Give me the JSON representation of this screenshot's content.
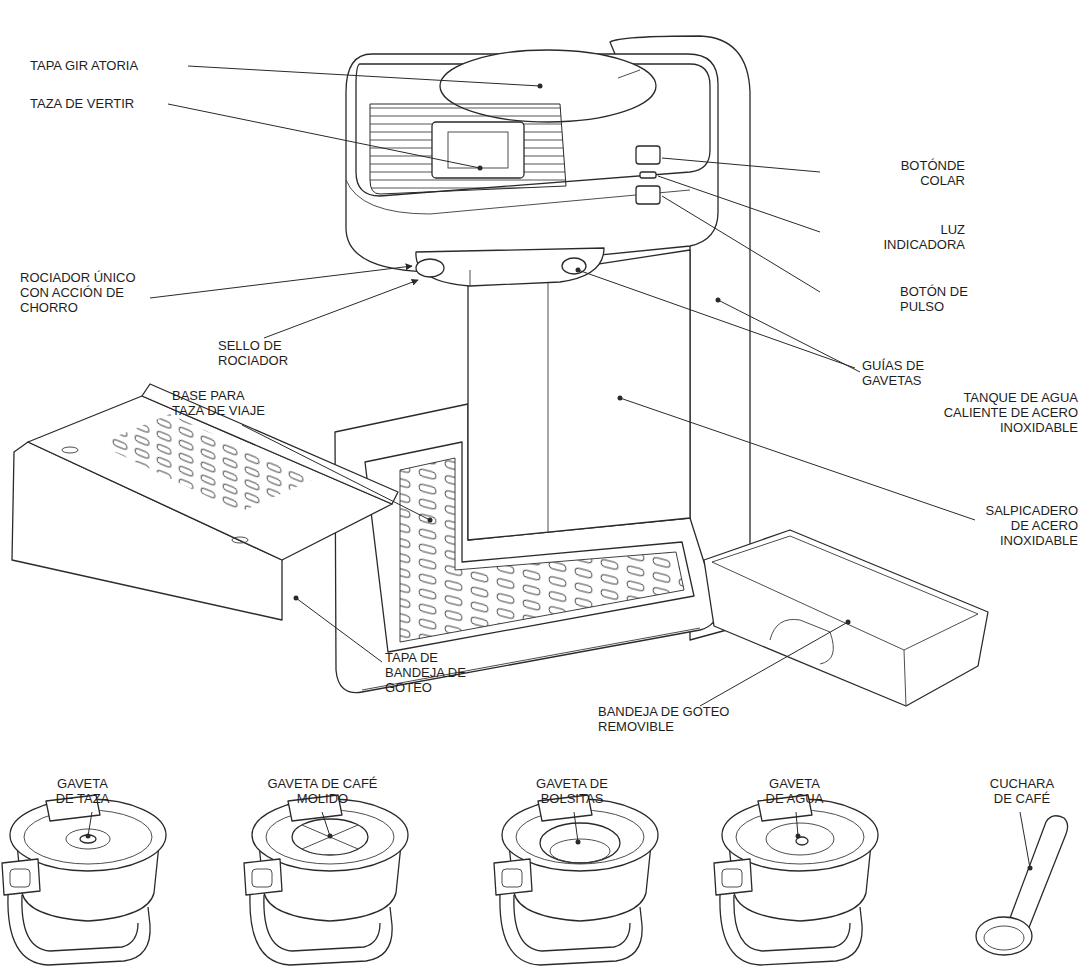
{
  "diagram": {
    "labels": [
      "TAPA GIR ATORIA",
      "TAZA DE VERTIR",
      "BOTÓNDE COLAR",
      "LUZ INDICADORA",
      "BOTÓN DE PULSO",
      "ROCIADOR ÚNICO CON ACCIÓN DE CHORRO",
      "SELLO DE ROCIADOR",
      "GUÍAS DE GAVETAS",
      "TANQUE DE AGUA CALIENTE DE ACERO INOXIDABLE",
      "BASE PARA TAZA DE VIAJE",
      "SALPICADERO DE ACERO INOXIDABLE",
      "TAPA DE BANDEJA DE GOTEO",
      "BANDEJA DE GOTEO REMOVIBLE",
      "GAVETA DE TAZA",
      "GAVETA DE CAFÉ MOLIDO",
      "GAVETA DE BOLSITAS",
      "GAVETA DE AGUA",
      "CUCHARA DE CAFÉ"
    ]
  }
}
